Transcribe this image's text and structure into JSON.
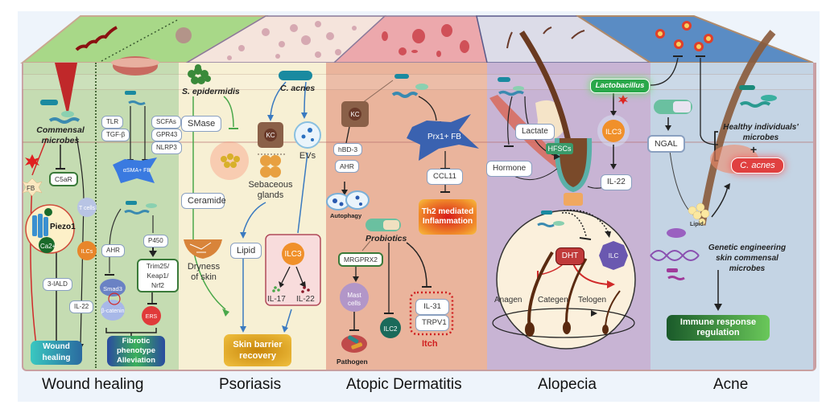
{
  "figure": {
    "panels": [
      {
        "id": "wound-healing",
        "caption": "Wound healing",
        "left": {
          "microbes_label": "Commensal microbes",
          "nodes": [
            "C5aR",
            "FB",
            "Piezo1",
            "Ca2+",
            "T cells",
            "ILCs",
            "3-IALD",
            "IL-22"
          ],
          "outcome": "Wound healing"
        },
        "right": {
          "receptors_left": [
            "TLR",
            "TGF-β"
          ],
          "receptors_right": [
            "SCFAs",
            "GPR43",
            "NLRP3"
          ],
          "fibroblast": "αSMA+ FB",
          "nodes": [
            "AHR",
            "P450",
            "Trim25/ Keap1/ Nrf2",
            "Smad3",
            "β-catenin",
            "ERS"
          ],
          "outcome": "Fibrotic phenotype Alleviation"
        }
      },
      {
        "id": "psoriasis",
        "caption": "Psoriasis",
        "microbes": [
          "S. epidermidis",
          "C. acnes"
        ],
        "nodes": [
          "SMase",
          "Ceramide",
          "KC",
          "EVs",
          "Sebaceous glands",
          "Lipid",
          "ILC3",
          "IL-17",
          "IL-22"
        ],
        "dryness_label": "Dryness of skin",
        "outcome": "Skin barrier recovery"
      },
      {
        "id": "atopic-dermatitis",
        "caption": "Atopic Dermatitis",
        "nodes": [
          "KC",
          "hBD-3",
          "AHR",
          "Autophagy",
          "Prx1+ FB",
          "CCL11",
          "MRGPRX2",
          "Mast cells",
          "ILC2",
          "IL-31",
          "TRPV1"
        ],
        "probiotics_label": "Probiotics",
        "th2_outcome": "Th2 mediated Inflammation",
        "itch_label": "Itch",
        "pathogen_label": "Pathogen"
      },
      {
        "id": "alopecia",
        "caption": "Alopecia",
        "nodes": [
          "Lactobacillus",
          "ILC3",
          "IL-22",
          "Lactate",
          "HFSCs",
          "Hormone",
          "DHT",
          "ILC"
        ],
        "hair_cycle": [
          "Anagen",
          "Categen",
          "Telogen"
        ]
      },
      {
        "id": "acne",
        "caption": "Acne",
        "nodes": [
          "NGAL",
          "Lipid",
          "C. acnes"
        ],
        "healthy_label": "Healthy individuals' microbes",
        "plus_sign": "+",
        "engineering_label": "Genetic engineering skin commensal microbes",
        "outcome": "Immune response regulation"
      }
    ],
    "colors": {
      "wound_bg": "#c5dcb2",
      "psoriasis_bg": "#f7f0d4",
      "ad_bg": "#eab49c",
      "alopecia_bg": "#c8b4d4",
      "acne_bg": "#c4d4e4",
      "wound_top": "#a8d888",
      "psoriasis_top": "#f5e4dc",
      "ad_top": "#eca8ac",
      "alopecia_top": "#dcdce8",
      "acne_top": "#5a8cc4"
    }
  }
}
